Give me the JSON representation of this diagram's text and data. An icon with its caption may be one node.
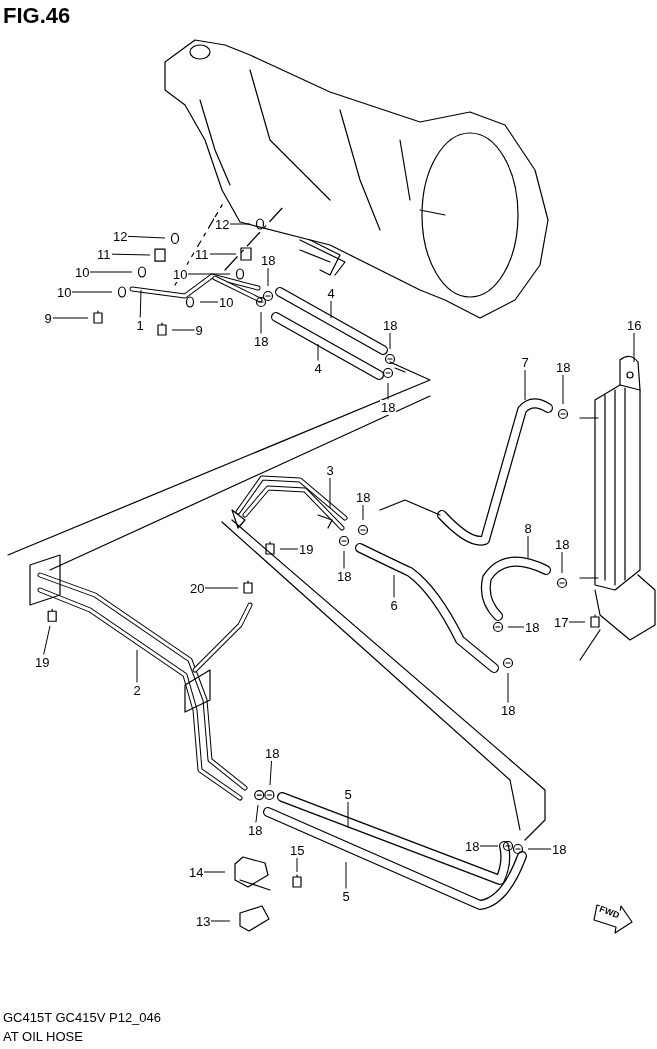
{
  "diagram": {
    "title": "FIG.46",
    "caption": "AT OIL HOSE",
    "nodes": [
      {
        "text": [
          "12"
        ]
      },
      {
        "text": [
          "11"
        ]
      },
      {
        "text": [
          "10"
        ]
      },
      {
        "text": [
          "10"
        ]
      },
      {
        "text": [
          "9"
        ]
      },
      {
        "text": [
          "1"
        ]
      },
      {
        "text": [
          "12"
        ]
      },
      {
        "text": [
          "11"
        ]
      },
      {
        "text": [
          "10"
        ]
      },
      {
        "text": [
          "10"
        ]
      },
      {
        "text": [
          "9"
        ]
      },
      {
        "text": [
          "18"
        ]
      },
      {
        "text": [
          "18"
        ]
      },
      {
        "text": [
          "4"
        ]
      },
      {
        "text": [
          "4"
        ]
      },
      {
        "text": [
          "18"
        ]
      },
      {
        "text": [
          "18"
        ]
      },
      {
        "text": [
          "16"
        ]
      },
      {
        "text": [
          "7"
        ]
      },
      {
        "text": [
          "18"
        ]
      },
      {
        "text": [
          "3"
        ]
      },
      {
        "text": [
          "18"
        ]
      },
      {
        "text": [
          "19"
        ]
      },
      {
        "text": [
          "18"
        ]
      },
      {
        "text": [
          "8"
        ]
      },
      {
        "text": [
          "18"
        ]
      },
      {
        "text": [
          "6"
        ]
      },
      {
        "text": [
          "18"
        ]
      },
      {
        "text": [
          "17"
        ]
      },
      {
        "text": [
          "20"
        ]
      },
      {
        "text": [
          "19"
        ]
      },
      {
        "text": [
          "2"
        ]
      },
      {
        "text": [
          "18"
        ]
      },
      {
        "text": [
          "18"
        ]
      },
      {
        "text": [
          "18"
        ]
      },
      {
        "text": [
          "5"
        ]
      },
      {
        "text": [
          "5"
        ]
      },
      {
        "text": [
          "18"
        ]
      },
      {
        "text": [
          "18"
        ]
      },
      {
        "text": [
          "14"
        ]
      },
      {
        "text": [
          "15"
        ]
      },
      {
        "text": [
          "13"
        ]
      }
    ],
    "edges": [
      {
        "from": 0,
        "to": null,
        "arrow": "none"
      },
      {
        "from": 1,
        "to": null,
        "arrow": "none"
      },
      {
        "from": 2,
        "to": null,
        "arrow": "none"
      },
      {
        "from": 3,
        "to": null,
        "arrow": "none"
      },
      {
        "from": 4,
        "to": null,
        "arrow": "none"
      },
      {
        "from": 5,
        "to": null,
        "arrow": "none"
      },
      {
        "from": 6,
        "to": null,
        "arrow": "none"
      },
      {
        "from": 7,
        "to": null,
        "arrow": "none"
      },
      {
        "from": 8,
        "to": null,
        "arrow": "none"
      },
      {
        "from": 9,
        "to": null,
        "arrow": "none"
      },
      {
        "from": 10,
        "to": null,
        "arrow": "none"
      },
      {
        "from": 11,
        "to": null,
        "arrow": "none"
      },
      {
        "from": 12,
        "to": null,
        "arrow": "none"
      },
      {
        "from": 13,
        "to": null,
        "arrow": "none"
      },
      {
        "from": 14,
        "to": null,
        "arrow": "none"
      },
      {
        "from": 15,
        "to": null,
        "arrow": "none"
      },
      {
        "from": 16,
        "to": null,
        "arrow": "none"
      },
      {
        "from": 17,
        "to": null,
        "arrow": "none"
      },
      {
        "from": 18,
        "to": null,
        "arrow": "none"
      },
      {
        "from": 19,
        "to": null,
        "arrow": "none"
      },
      {
        "from": 20,
        "to": null,
        "arrow": "none"
      },
      {
        "from": 21,
        "to": null,
        "arrow": "none"
      },
      {
        "from": 22,
        "to": null,
        "arrow": "none"
      },
      {
        "from": 23,
        "to": null,
        "arrow": "none"
      },
      {
        "from": 24,
        "to": null,
        "arrow": "none"
      },
      {
        "from": 25,
        "to": null,
        "arrow": "none"
      },
      {
        "from": 26,
        "to": null,
        "arrow": "none"
      },
      {
        "from": 27,
        "to": null,
        "arrow": "none"
      },
      {
        "from": 28,
        "to": null,
        "arrow": "none"
      },
      {
        "from": 29,
        "to": null,
        "arrow": "none"
      },
      {
        "from": 30,
        "to": null,
        "arrow": "none"
      },
      {
        "from": 31,
        "to": null,
        "arrow": "none"
      },
      {
        "from": 32,
        "to": null,
        "arrow": "none"
      },
      {
        "from": 33,
        "to": null,
        "arrow": "none"
      },
      {
        "from": 34,
        "to": null,
        "arrow": "none"
      },
      {
        "from": 35,
        "to": null,
        "arrow": "none"
      },
      {
        "from": 36,
        "to": null,
        "arrow": "none"
      },
      {
        "from": 37,
        "to": null,
        "arrow": "none"
      },
      {
        "from": 38,
        "to": null,
        "arrow": "none"
      },
      {
        "from": 39,
        "to": null,
        "arrow": "none"
      },
      {
        "from": 40,
        "to": null,
        "arrow": "none"
      },
      {
        "from": 41,
        "to": null,
        "arrow": "none"
      }
    ],
    "labels": [
      "FWD",
      "GC415T GC415V P12_046"
    ]
  }
}
